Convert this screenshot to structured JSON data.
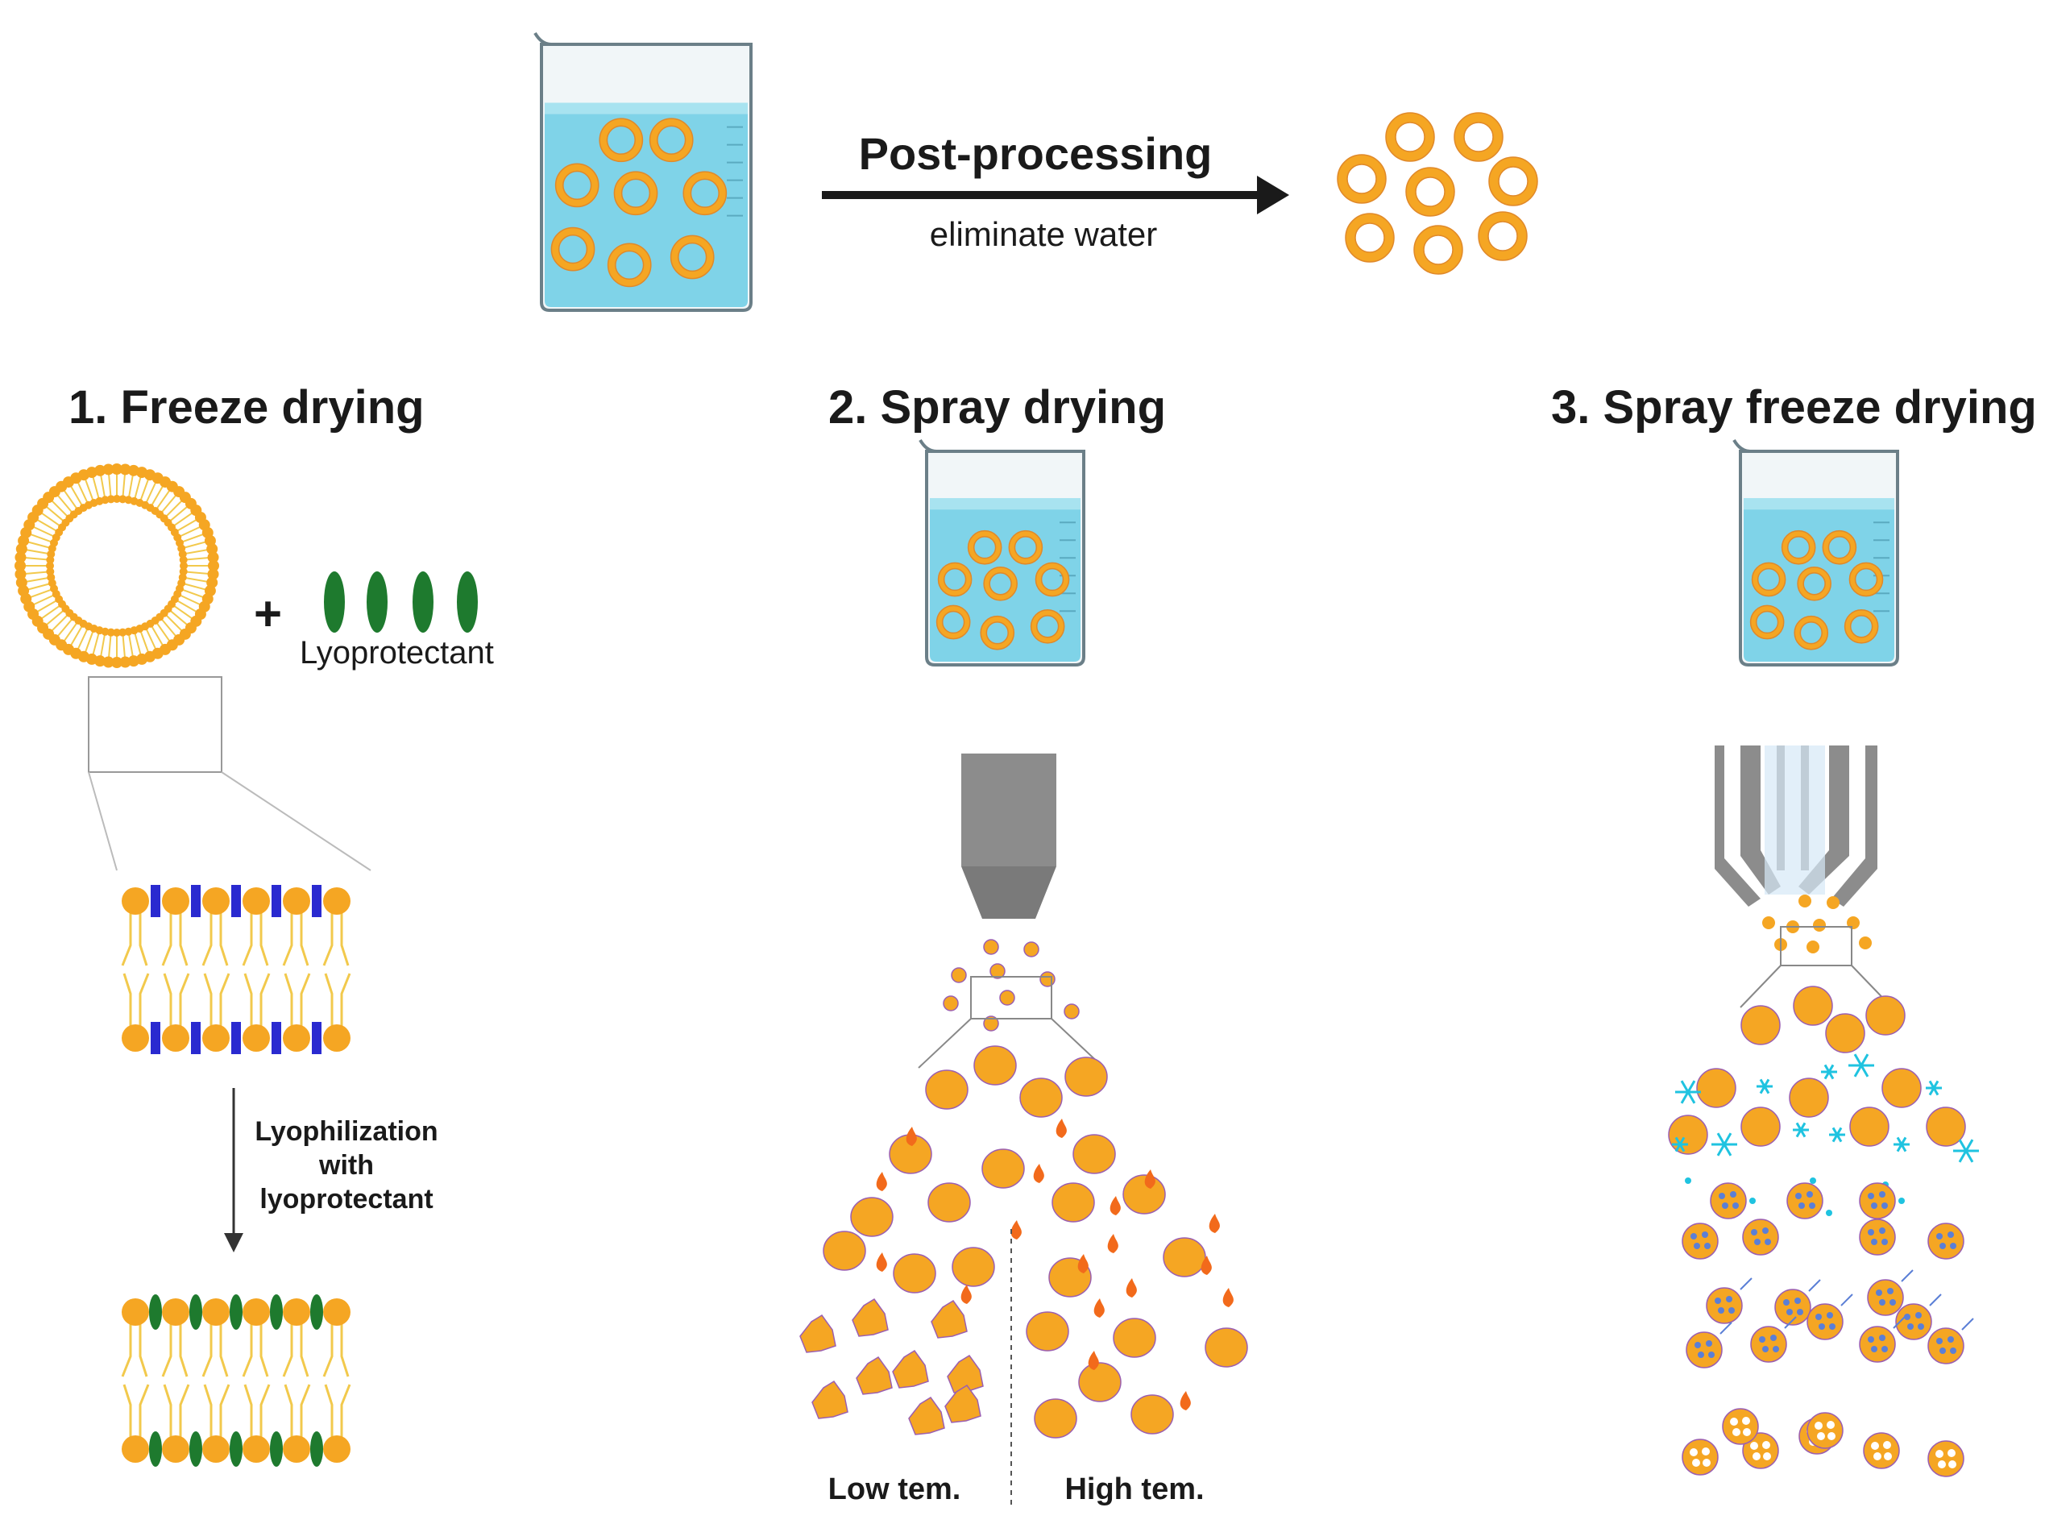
{
  "top": {
    "arrow_label": "Post-processing",
    "arrow_sublabel": "eliminate water"
  },
  "sections": [
    {
      "title": "1. Freeze drying"
    },
    {
      "title": "2. Spray drying"
    },
    {
      "title": "3. Spray freeze drying"
    }
  ],
  "freeze": {
    "plus": "+",
    "lyoprotectant_label": "Lyoprotectant",
    "step_label_lines": [
      "Lyophilization",
      "with",
      "lyoprotectant"
    ]
  },
  "spray": {
    "low_label": "Low tem.",
    "high_label": "High tem."
  },
  "colors": {
    "water": "#7fd3e8",
    "liposome": "#f5a623",
    "lipid_tail": "#f2c94c",
    "protectant_green": "#1e7a2e",
    "intercalant_blue": "#2a2ad0",
    "nozzle_gray": "#8c8c8c",
    "ice_cyan": "#1fc3e0",
    "flame": "#f26a1b"
  }
}
